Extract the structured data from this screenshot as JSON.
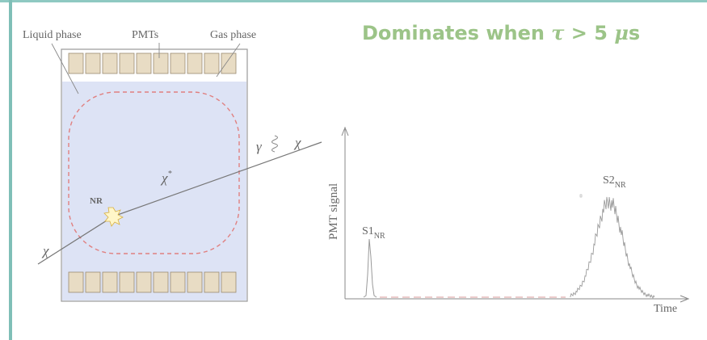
{
  "headline": {
    "prefix": "Dominates when ",
    "tau": "τ",
    "suffix": " > 5 ",
    "mu": "μ",
    "unit": "s"
  },
  "detector": {
    "liquid_label": "Liquid phase",
    "pmts_label": "PMTs",
    "gas_label": "Gas phase",
    "nr_label": "NR",
    "chi_in": "χ",
    "chi_star": "χ",
    "chi_star_sup": "*",
    "gamma": "γ",
    "chi_out": "χ"
  },
  "waveform": {
    "ylabel": "PMT signal",
    "xlabel": "Time",
    "s1_main": "S1",
    "s1_sub": "NR",
    "s2_main": "S2",
    "s2_sub": "NR"
  },
  "colors": {
    "frame": "#7fbfb7",
    "headline": "#9cc488",
    "liquid": "#dde3f5",
    "pmt": "#e8dcc4",
    "fiducial": "#e08080"
  }
}
